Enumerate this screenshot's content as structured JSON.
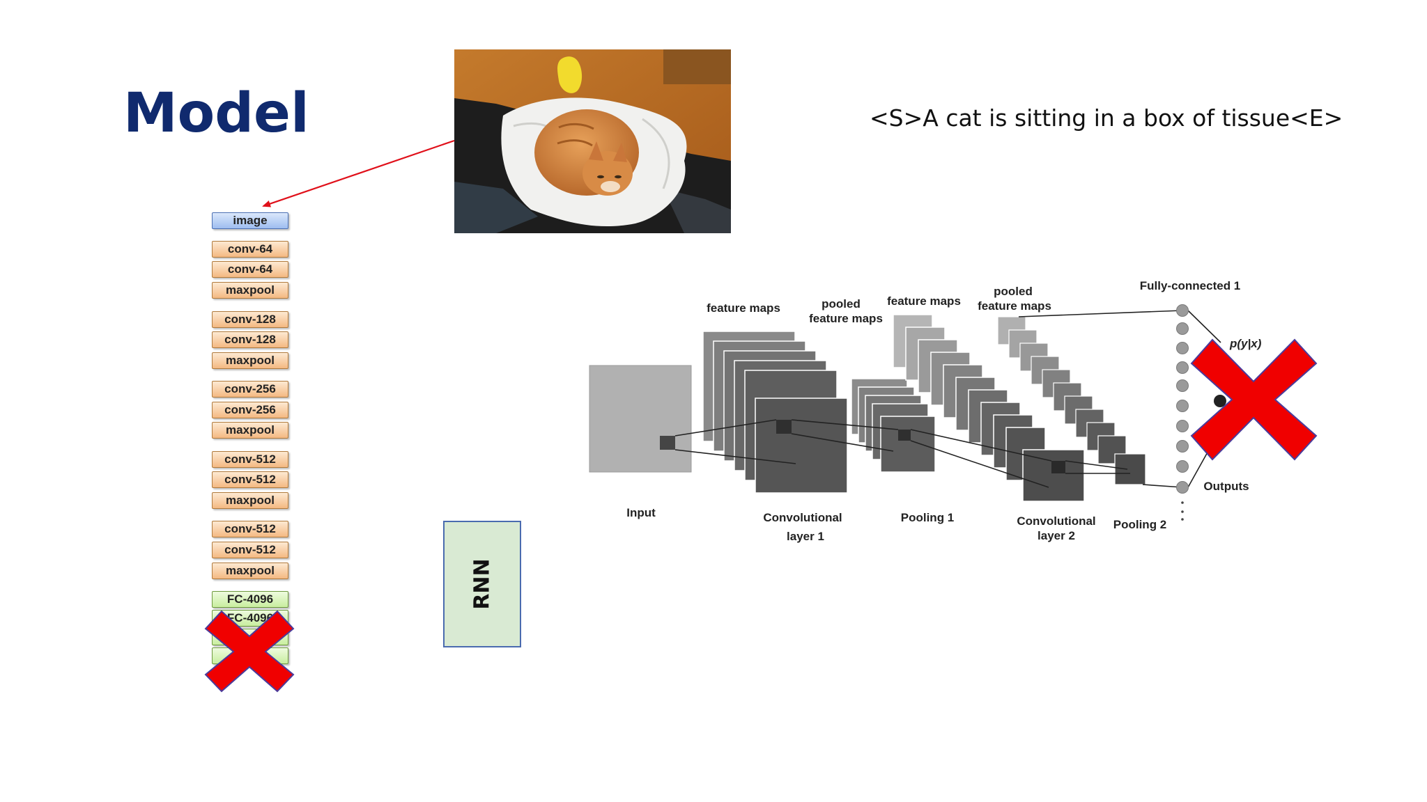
{
  "slide": {
    "title": "Model",
    "caption": "<S>A cat is sitting in a box of tissue<E>",
    "rnn_label": "RNN"
  },
  "vgg": {
    "layers": [
      "image",
      "conv-64",
      "conv-64",
      "maxpool",
      "conv-128",
      "conv-128",
      "maxpool",
      "conv-256",
      "conv-256",
      "maxpool",
      "conv-512",
      "conv-512",
      "maxpool",
      "conv-512",
      "conv-512",
      "maxpool",
      "FC-4096",
      "FC-4096"
    ]
  },
  "cnn": {
    "feature_maps_1": "feature maps",
    "pooled_1_line1": "pooled",
    "pooled_1_line2": "feature maps",
    "feature_maps_2": "feature maps",
    "pooled_2_line1": "pooled",
    "pooled_2_line2": "feature maps",
    "fully_connected": "Fully-connected 1",
    "prob": "p(y|x)",
    "input": "Input",
    "conv1_line1": "Convolutional",
    "conv1_line2": "layer 1",
    "pool1": "Pooling 1",
    "conv2_line1": "Convolutional",
    "conv2_line2": "layer 2",
    "pool2": "Pooling 2",
    "outputs": "Outputs"
  },
  "colors": {
    "title": "#102a6e",
    "arrow": "#e0101a",
    "cross_fill": "#f00000",
    "cross_stroke": "#4b3b9b",
    "rnn_fill": "#d9ead3",
    "rnn_border": "#4a6baf"
  }
}
